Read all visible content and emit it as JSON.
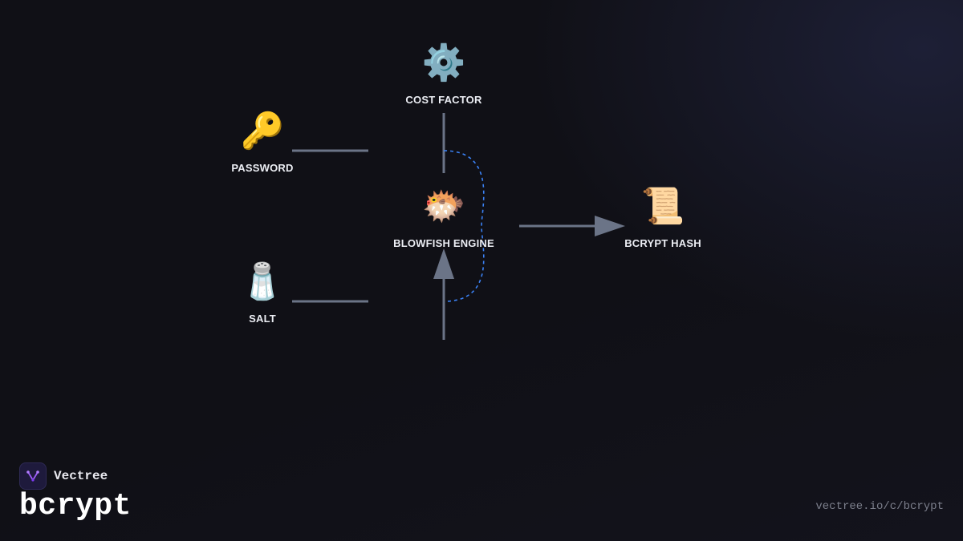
{
  "diagram": {
    "nodes": {
      "password": {
        "icon": "🔑",
        "icon_name": "key-icon",
        "label": "PASSWORD"
      },
      "salt": {
        "icon": "🧂",
        "icon_name": "salt-shaker-icon",
        "label": "SALT"
      },
      "cost_factor": {
        "icon": "⚙️",
        "icon_name": "gear-icon",
        "label": "COST FACTOR"
      },
      "blowfish_engine": {
        "icon": "🐡",
        "icon_name": "blowfish-icon",
        "label": "BLOWFISH ENGINE"
      },
      "bcrypt_hash": {
        "icon": "📜",
        "icon_name": "scroll-icon",
        "label": "BCRYPT HASH"
      }
    },
    "colors": {
      "connector": "#6b7487",
      "loop": "#3b82f6",
      "background": "#101016"
    }
  },
  "brand": {
    "name": "Vectree",
    "logo_icon": "vectree-logo-icon",
    "logo_color": "#9b5cf6"
  },
  "page": {
    "title": "bcrypt",
    "url": "vectree.io/c/bcrypt"
  }
}
